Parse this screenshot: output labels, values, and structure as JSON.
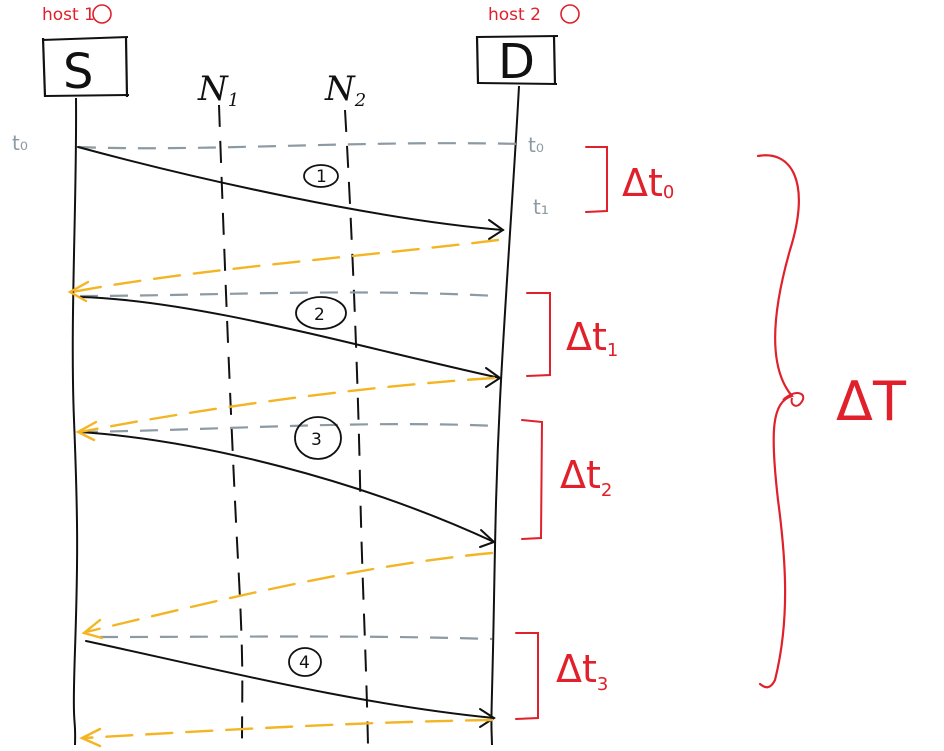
{
  "colors": {
    "ink": "#111111",
    "red": "#e0202a",
    "gray": "#8c9aa3",
    "orange": "#f3b523"
  },
  "hosts": {
    "source": {
      "tag": "host 1",
      "box": "S"
    },
    "dest": {
      "tag": "host 2",
      "box": "D"
    }
  },
  "nodes": [
    {
      "base": "N",
      "sub": "1"
    },
    {
      "base": "N",
      "sub": "2"
    }
  ],
  "time_labels": {
    "source_t0": "t₀",
    "dest_t0": "t₀",
    "dest_t1": "t₁"
  },
  "messages": [
    "1",
    "2",
    "3",
    "4"
  ],
  "intervals": [
    {
      "base": "Δt",
      "sub": "0"
    },
    {
      "base": "Δt",
      "sub": "1"
    },
    {
      "base": "Δt",
      "sub": "2"
    },
    {
      "base": "Δt",
      "sub": "3"
    }
  ],
  "total": "ΔT"
}
